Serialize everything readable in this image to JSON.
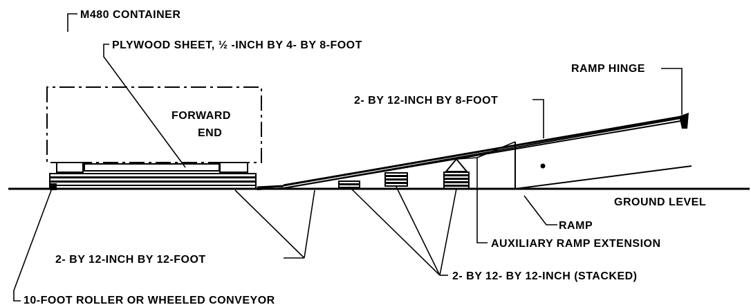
{
  "labels": {
    "container": "M480 CONTAINER",
    "plywood": "PLYWOOD SHEET, ½ -INCH BY 4- BY 8-FOOT",
    "ramp_hinge": "RAMP HINGE",
    "board_8ft": "2- BY 12-INCH BY 8-FOOT",
    "forward": "FORWARD",
    "end": "END",
    "ground_level": "GROUND LEVEL",
    "ramp": "RAMP",
    "aux_ramp": "AUXILIARY RAMP EXTENSION",
    "board_12ft": "2- BY 12-INCH BY 12-FOOT",
    "stacked": "2- BY 12- BY 12-INCH (STACKED)",
    "conveyor": "10-FOOT ROLLER OR WHEELED CONVEYOR"
  }
}
